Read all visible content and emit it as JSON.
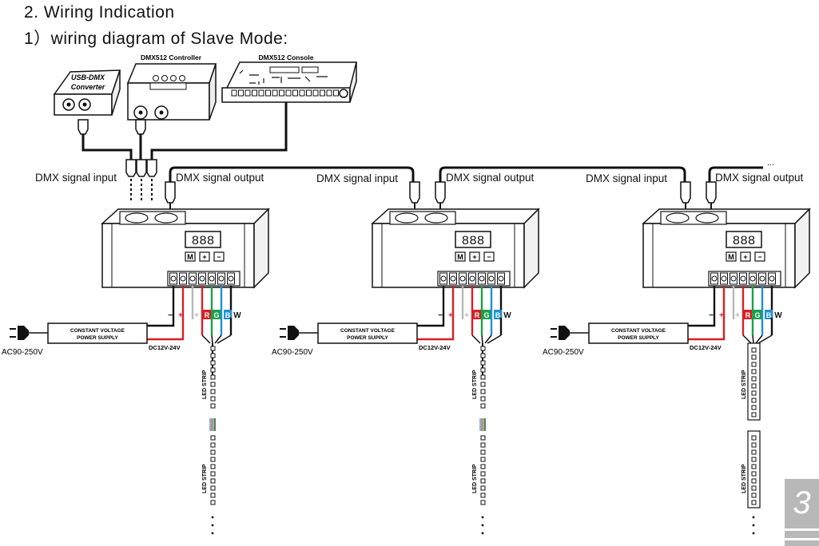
{
  "heading": {
    "section": "2. Wiring Indication",
    "subsection": "1）wiring  diagram of Slave Mode:"
  },
  "devices": {
    "usb_dmx": "USB-DMX\nConverter",
    "controller": "DMX512 Controller",
    "console": "DMX512 Console"
  },
  "labels": {
    "dmx_input": "DMX signal input",
    "dmx_output": "DMX signal output",
    "ellipsis": "...",
    "psu_line1": "CONSTANT VOLTAGE",
    "psu_line2": "POWER SUPPLY",
    "ac_input": "AC90-250V",
    "dc_output": "DC12V-24V",
    "led_strip": "LED STRIP",
    "display": "888",
    "btn_m": "M",
    "btn_plus": "+",
    "btn_minus": "−"
  },
  "wire_labels": [
    "−",
    "+",
    "+",
    "R",
    "G",
    "B",
    "W"
  ],
  "colors": {
    "red": "#d81f26",
    "green": "#1ba14a",
    "blue": "#1e90d6",
    "black": "#111111",
    "gray": "#b8b8b8"
  },
  "page_number": "3"
}
